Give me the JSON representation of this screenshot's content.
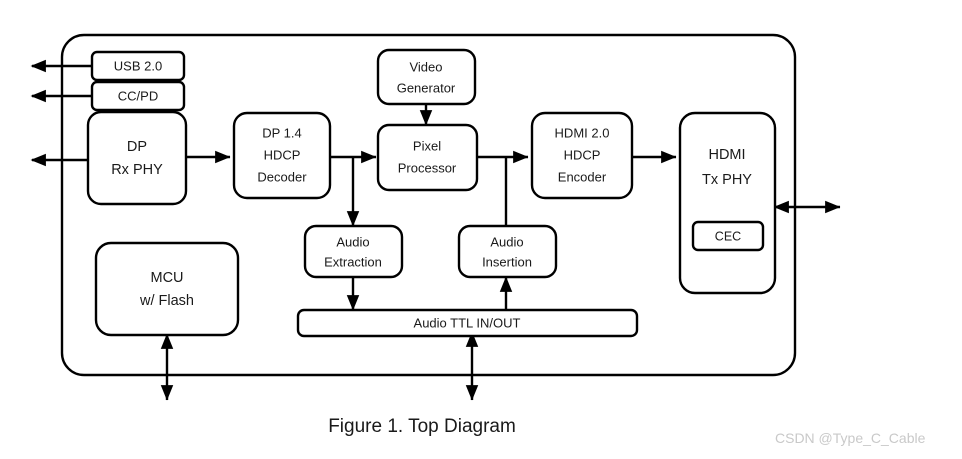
{
  "figure": {
    "caption": "Figure 1. Top Diagram",
    "watermark": "CSDN @Type_C_Cable"
  },
  "colors": {
    "stroke": "#000000",
    "text": "#1a1a1a",
    "background": "#ffffff",
    "watermark": "#c9c9c9"
  },
  "blocks": {
    "usb": {
      "label": "USB 2.0"
    },
    "ccpd": {
      "label": "CC/PD"
    },
    "dp_rx_phy": {
      "line1": "DP",
      "line2": "Rx PHY"
    },
    "dp_decoder": {
      "line1": "DP 1.4",
      "line2": "HDCP",
      "line3": "Decoder"
    },
    "video_generator": {
      "line1": "Video",
      "line2": "Generator"
    },
    "pixel_processor": {
      "line1": "Pixel",
      "line2": "Processor"
    },
    "hdmi_encoder": {
      "line1": "HDMI 2.0",
      "line2": "HDCP",
      "line3": "Encoder"
    },
    "hdmi_tx_phy": {
      "line1": "HDMI",
      "line2": "Tx PHY"
    },
    "cec": {
      "label": "CEC"
    },
    "mcu": {
      "line1": "MCU",
      "line2": "w/ Flash"
    },
    "audio_extraction": {
      "line1": "Audio",
      "line2": "Extraction"
    },
    "audio_insertion": {
      "line1": "Audio",
      "line2": "Insertion"
    },
    "audio_ttl": {
      "label": "Audio TTL IN/OUT"
    }
  },
  "ports": {
    "usb_port": "bidirectional-arrow",
    "ccpd_port": "bidirectional-arrow",
    "dp_port": "bidirectional-arrow",
    "hdmi_out_port": "bidirectional-arrow",
    "mcu_port": "bidirectional-arrow",
    "audio_ttl_port": "bidirectional-arrow"
  },
  "connections": [
    {
      "from": "dp_rx_phy",
      "to": "dp_decoder",
      "type": "arrow"
    },
    {
      "from": "dp_decoder",
      "to": "pixel_processor",
      "type": "arrow"
    },
    {
      "from": "dp_decoder",
      "to": "audio_extraction",
      "type": "arrow"
    },
    {
      "from": "video_generator",
      "to": "pixel_processor",
      "type": "arrow"
    },
    {
      "from": "pixel_processor",
      "to": "hdmi_encoder",
      "type": "arrow"
    },
    {
      "from": "audio_insertion",
      "to": "hdmi_encoder",
      "type": "line"
    },
    {
      "from": "audio_extraction",
      "to": "audio_ttl",
      "type": "arrow"
    },
    {
      "from": "audio_ttl",
      "to": "audio_insertion",
      "type": "arrow"
    },
    {
      "from": "hdmi_encoder",
      "to": "hdmi_tx_phy",
      "type": "arrow"
    }
  ]
}
